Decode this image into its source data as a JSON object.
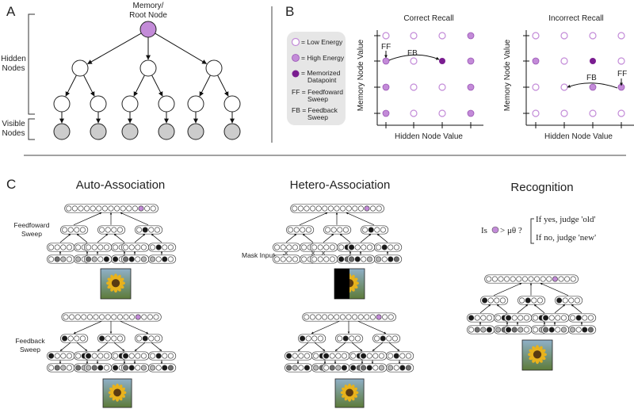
{
  "panelA": {
    "letter": "A",
    "root_label_line1": "Memory/",
    "root_label_line2": "Root Node",
    "hidden_label_line1": "Hidden",
    "hidden_label_line2": "Nodes",
    "visible_label_line1": "Visible",
    "visible_label_line2": "Nodes"
  },
  "panelB": {
    "letter": "B",
    "legend": {
      "low": "= Low Energy",
      "high": "= High Energy",
      "mem_line1": "= Memorized",
      "mem_line2": "Datapoint",
      "ff_line1": "FF = Feedfoward",
      "ff_line2": "Sweep",
      "fb_line1": "FB = Feedback",
      "fb_line2": "Sweep"
    },
    "correct": {
      "title": "Correct Recall",
      "xlabel": "Hidden Node Value",
      "ylabel": "Memory Node Value",
      "ff": "FF",
      "fb": "FB",
      "grid": [
        [
          "low",
          "low",
          "low",
          "high"
        ],
        [
          "high",
          "low",
          "mem",
          "high"
        ],
        [
          "high",
          "low",
          "low",
          "high"
        ],
        [
          "high",
          "low",
          "low",
          "high"
        ]
      ]
    },
    "incorrect": {
      "title": "Incorrect Recall",
      "xlabel": "Hidden Node Value",
      "ylabel": "Memory Node Value",
      "ff": "FF",
      "fb": "FB",
      "grid": [
        [
          "low",
          "low",
          "low",
          "low"
        ],
        [
          "high",
          "low",
          "mem",
          "low"
        ],
        [
          "low",
          "low",
          "high",
          "high"
        ],
        [
          "low",
          "low",
          "low",
          "low"
        ]
      ]
    }
  },
  "panelC": {
    "letter": "C",
    "auto_title": "Auto-Association",
    "hetero_title": "Hetero-Association",
    "recog_title": "Recognition",
    "ff_sweep_line1": "Feedfoward",
    "ff_sweep_line2": "Sweep",
    "fb_sweep_line1": "Feedback",
    "fb_sweep_line2": "Sweep",
    "mask_input": "Mask Input",
    "recog_is": "Is",
    "recog_theta": "> μθ ?",
    "recog_yes": "If yes, judge 'old'",
    "recog_no": "If no, judge 'new'"
  },
  "colors": {
    "purple": "#c38bd8",
    "dark_purple": "#7a1d90",
    "gray": "#cccccc",
    "legend_bg": "#e6e6e6"
  }
}
